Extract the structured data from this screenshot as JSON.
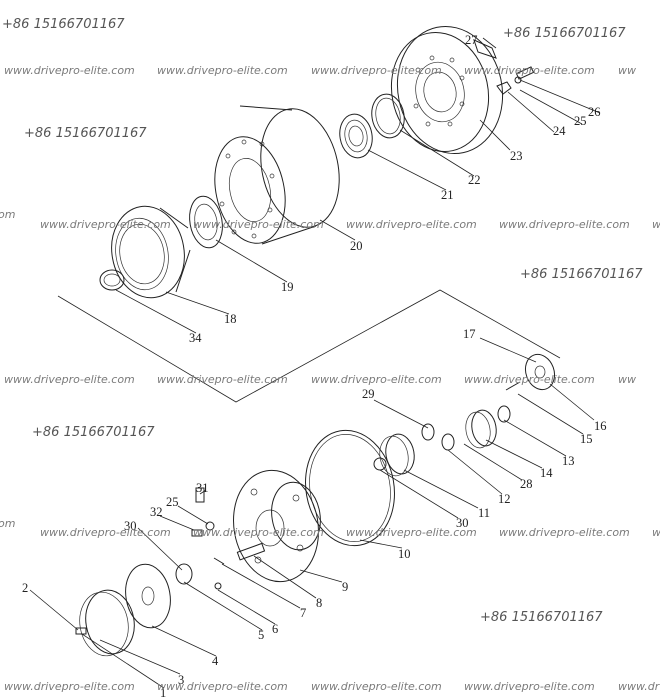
{
  "watermarks": {
    "phone": "+86 15166701167",
    "url": "www.drivepro-elite.com",
    "url_partial_right": "www.dr",
    "url_partial_w": "ww",
    "url_partial_wv": "wv",
    "url_partial_om": "om",
    "url_partial_w1": "w"
  },
  "callouts": [
    "1",
    "2",
    "3",
    "4",
    "5",
    "6",
    "7",
    "8",
    "9",
    "10",
    "11",
    "12",
    "13",
    "14",
    "15",
    "16",
    "17",
    "18",
    "19",
    "20",
    "21",
    "22",
    "23",
    "24",
    "25",
    "26",
    "27",
    "28",
    "29",
    "30",
    "31",
    "32",
    "34",
    "25",
    "30"
  ],
  "colors": {
    "ink": "#222222",
    "watermark": "#7a7a7a"
  }
}
